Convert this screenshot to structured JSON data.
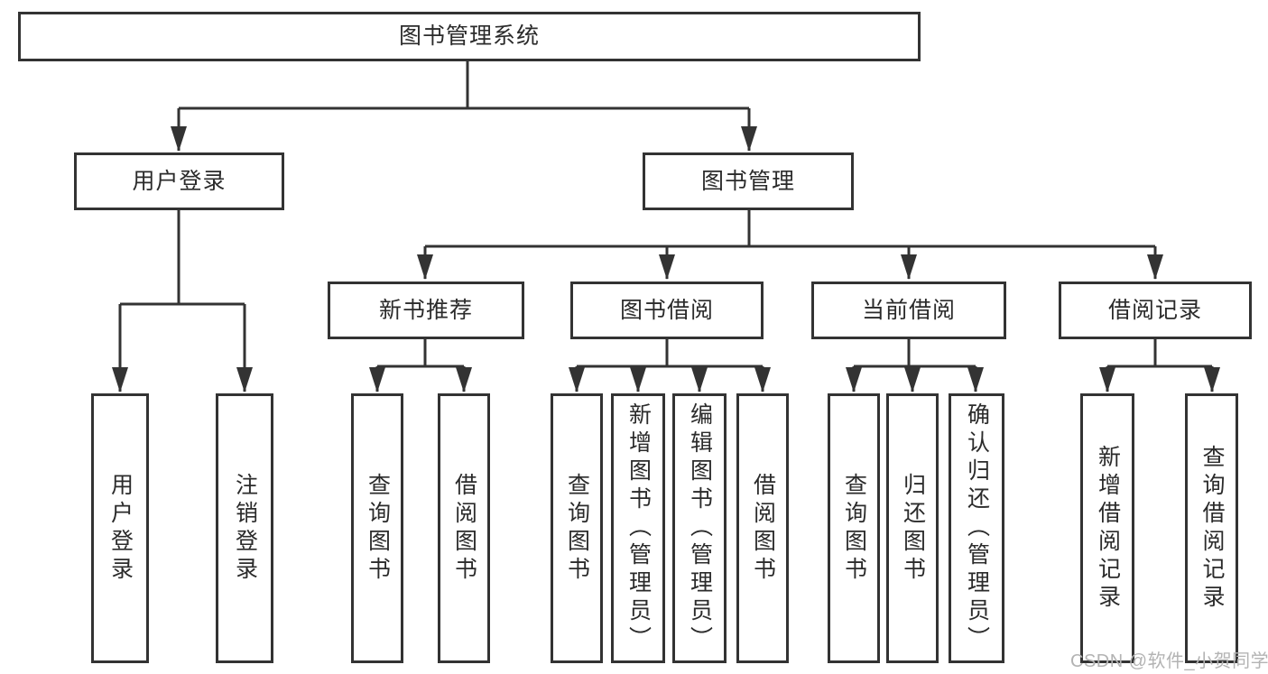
{
  "title": {
    "label": "图书管理系统"
  },
  "level2": {
    "user_login": "用户登录",
    "book_management": "图书管理"
  },
  "level3": {
    "new_book_recommend": "新书推荐",
    "book_borrow": "图书借阅",
    "current_borrow": "当前借阅",
    "borrow_records": "借阅记录"
  },
  "leaves": {
    "user_login": [
      "用户登录",
      "注销登录"
    ],
    "new_book_recommend": [
      "查询图书",
      "借阅图书"
    ],
    "book_borrow": [
      "查询图书",
      "新增图书（管理员）",
      "编辑图书（管理员）",
      "借阅图书"
    ],
    "current_borrow": [
      "查询图书",
      "归还图书",
      "确认归还（管理员）"
    ],
    "borrow_records": [
      "新增借阅记录",
      "查询借阅记录"
    ]
  },
  "watermark": {
    "text": "CSDN @软件_小贺同学"
  },
  "colors": {
    "line": "#333333",
    "box_border": "#333333",
    "box_fill": "#ffffff",
    "text": "#2b2b2b",
    "watermark": "#b3b3b3",
    "background": "#ffffff"
  }
}
